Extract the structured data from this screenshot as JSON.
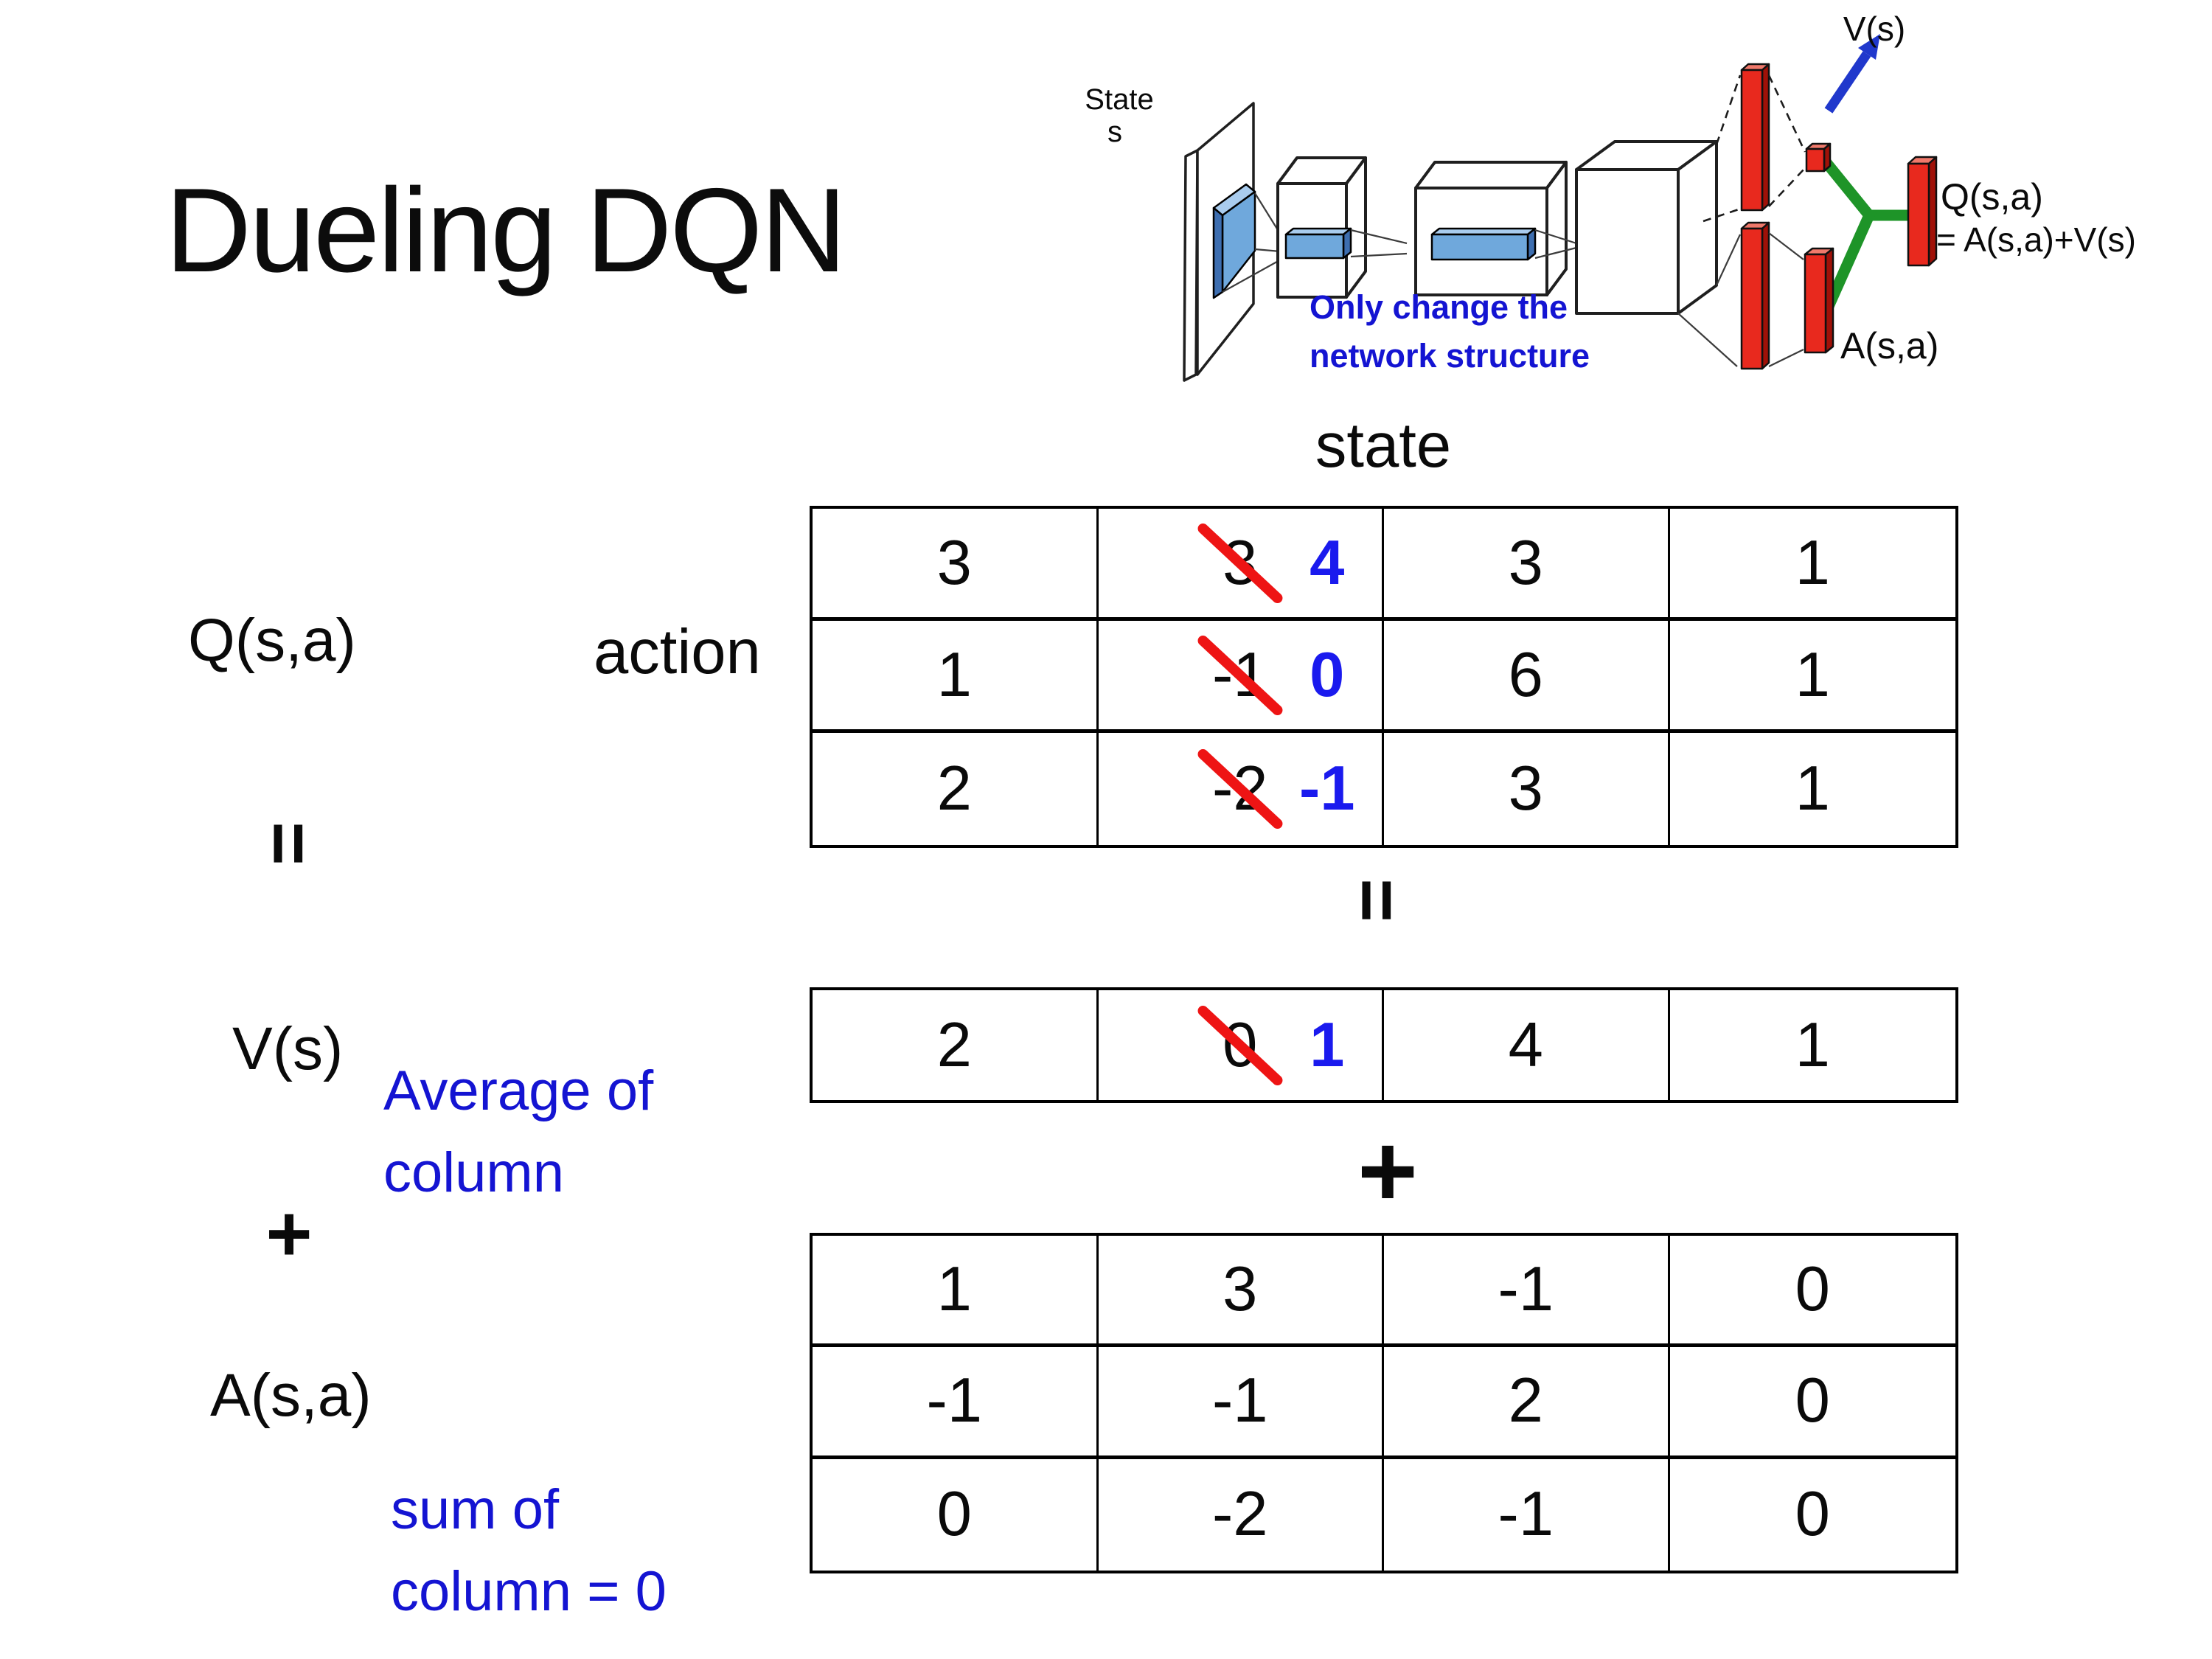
{
  "slide": {
    "title": "Dueling DQN"
  },
  "colors": {
    "note-blue": "#1414D2",
    "corr-blue": "#1A1AEE",
    "slash-red": "#EE1414",
    "bar-red": "#E8291E",
    "bar-red-dark": "#A01108",
    "bar-red-light": "#F0796B",
    "green": "#1E9428",
    "arrow-blue": "#2038CC",
    "patch-blue": "#6FA8DC",
    "patch-blue-dark": "#3D6EB0",
    "patch-blue-light": "#A9CCEE"
  },
  "diagram": {
    "state_label_line1": "State",
    "state_label_line2": "s",
    "note_line1": "Only change the",
    "note_line2": "network structure",
    "v_label": "V(s)",
    "q_label": "Q(s,a)",
    "q_formula": "= A(s,a)+V(s)",
    "a_label": "A(s,a)"
  },
  "equation": {
    "q_label": "Q(s,a)",
    "equals": "=",
    "v_label": "V(s)",
    "plus": "+",
    "a_label": "A(s,a)",
    "avg_note_line1": "Average of",
    "avg_note_line2": "column",
    "sum_note_line1": "sum of",
    "sum_note_line2": "column = 0"
  },
  "tables": {
    "state_header": "state",
    "action_header": "action",
    "center_equals": "=",
    "center_plus": "+",
    "q_table": {
      "rows": [
        [
          {
            "v": "3"
          },
          {
            "old": "3",
            "new": "4"
          },
          {
            "v": "3"
          },
          {
            "v": "1"
          }
        ],
        [
          {
            "v": "1"
          },
          {
            "old": "-1",
            "new": "0"
          },
          {
            "v": "6"
          },
          {
            "v": "1"
          }
        ],
        [
          {
            "v": "2"
          },
          {
            "old": "-2",
            "new": "-1"
          },
          {
            "v": "3"
          },
          {
            "v": "1"
          }
        ]
      ]
    },
    "v_table": {
      "rows": [
        [
          {
            "v": "2"
          },
          {
            "old": "0",
            "new": "1"
          },
          {
            "v": "4"
          },
          {
            "v": "1"
          }
        ]
      ]
    },
    "a_table": {
      "rows": [
        [
          {
            "v": "1"
          },
          {
            "v": "3"
          },
          {
            "v": "-1"
          },
          {
            "v": "0"
          }
        ],
        [
          {
            "v": "-1"
          },
          {
            "v": "-1"
          },
          {
            "v": "2"
          },
          {
            "v": "0"
          }
        ],
        [
          {
            "v": "0"
          },
          {
            "v": "-2"
          },
          {
            "v": "-1"
          },
          {
            "v": "0"
          }
        ]
      ]
    }
  }
}
